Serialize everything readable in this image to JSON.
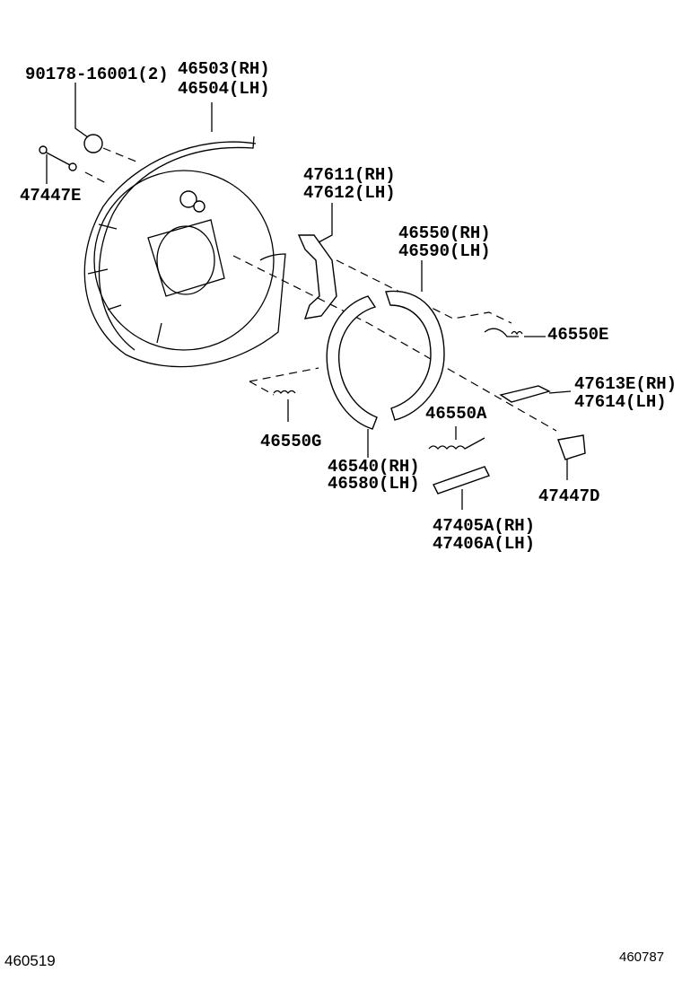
{
  "labels": {
    "grommet": "90178-16001(2)",
    "backing_plate_rh": "46503(RH)",
    "backing_plate_lh": "46504(LH)",
    "bolt": "47447E",
    "lever_rh": "47611(RH)",
    "lever_lh": "47612(LH)",
    "shoe_rear_rh": "46550(RH)",
    "shoe_rear_lh": "46590(LH)",
    "spring_e": "46550E",
    "strut_rh": "47613E(RH)",
    "strut_lh": "47614(LH)",
    "spring_a": "46550A",
    "spring_g": "46550G",
    "shoe_front_rh": "46540(RH)",
    "shoe_front_lh": "46580(LH)",
    "clip": "47447D",
    "adjuster_rh": "47405A(RH)",
    "adjuster_lh": "47406A(LH)"
  },
  "footer": {
    "left_code": "460519",
    "right_code": "460787"
  }
}
